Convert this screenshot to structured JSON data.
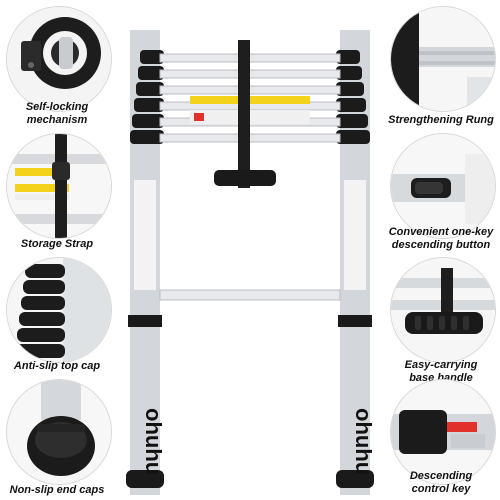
{
  "features": {
    "self_locking": "Self-locking\nmechanism",
    "strengthening_rung": "Strengthening Rung",
    "storage_strap": "Storage Strap",
    "one_key_button": "Convenient one-key\ndescending button",
    "top_cap": "Anti-slip top cap",
    "base_handle": "Easy-carrying\nbase handle",
    "end_caps": "Non-slip end caps",
    "control_key": "Descending\ncontrol key"
  },
  "brand": {
    "logo": "ohuhu"
  },
  "colors": {
    "aluminum": "#cfd3d8",
    "cap": "#1a1a1a",
    "warning": "#f2d21b",
    "accent_red": "#e0322b"
  }
}
